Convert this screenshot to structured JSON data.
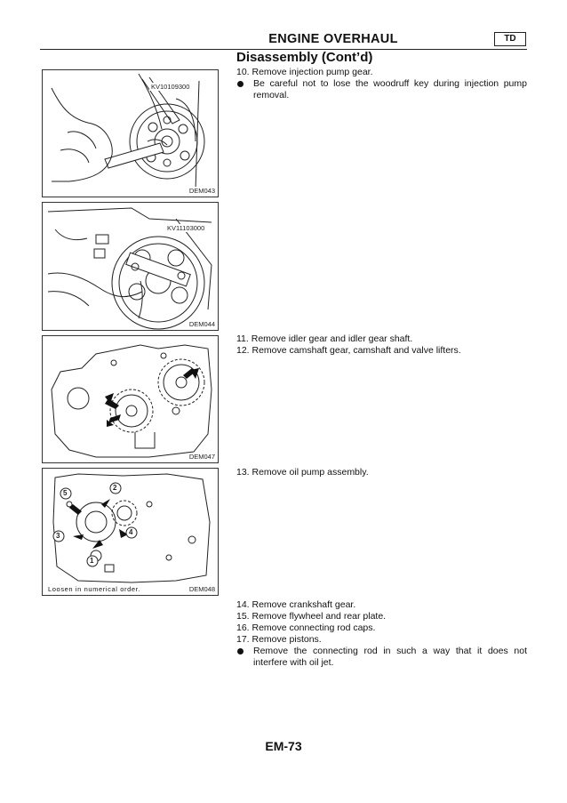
{
  "header": {
    "title": "ENGINE OVERHAUL",
    "badge": "TD",
    "section_title": "Disassembly (Cont’d)"
  },
  "figures": [
    {
      "code": "DEM043",
      "tool_label": "KV10109300"
    },
    {
      "code": "DEM044",
      "tool_label": "KV11103000"
    },
    {
      "code": "DEM047"
    },
    {
      "code": "DEM048",
      "caption": "Loosen in numerical order.",
      "numbers": [
        "1",
        "2",
        "3",
        "4",
        "5"
      ]
    }
  ],
  "steps": {
    "block1": {
      "s10": "10. Remove injection pump gear.",
      "s10_note": "Be careful not to lose the woodruff key during injection pump removal."
    },
    "block2": {
      "s11": "11. Remove idler gear and idler gear shaft.",
      "s12": "12. Remove camshaft gear, camshaft and valve lifters."
    },
    "block3": {
      "s13": "13. Remove oil pump assembly."
    },
    "block4": {
      "s14": "14. Remove crankshaft gear.",
      "s15": "15. Remove flywheel and rear plate.",
      "s16": "16. Remove connecting rod caps.",
      "s17": "17. Remove pistons.",
      "s17_note": "Remove the connecting rod in such a way that it does not interfere with oil jet."
    }
  },
  "footer": {
    "page_number": "EM-73"
  }
}
